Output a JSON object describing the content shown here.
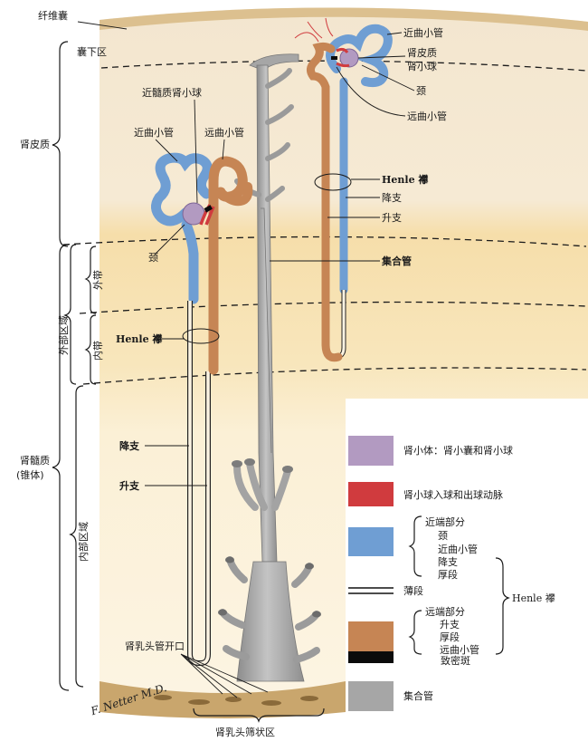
{
  "labels": {
    "capsule": "纤维囊",
    "subcapsular": "囊下区",
    "cortex": "肾皮质",
    "outer_zone": "外部区域",
    "outer_stripe": "外带",
    "inner_stripe": "内带",
    "medulla_line1": "肾髓质",
    "medulla_line2": "(锥体)",
    "inner_zone": "内部区域",
    "juxtamedullary_glomerulus": "近髓质肾小球",
    "left_proximal": "近曲小管",
    "left_distal": "远曲小管",
    "left_neck": "颈",
    "left_henle": "Henle 襻",
    "left_descending": "降支",
    "left_ascending": "升支",
    "papillary_opening": "肾乳头管开口",
    "cribrosa": "肾乳头筛状区",
    "right_proximal": "近曲小管",
    "cortical_glomerulus_line1": "肾皮质",
    "cortical_glomerulus_line2": "肾小球",
    "right_neck": "颈",
    "right_distal": "远曲小管",
    "right_henle": "Henle 襻",
    "right_descending": "降支",
    "right_ascending": "升支",
    "collecting_duct": "集合管"
  },
  "legend": {
    "items": [
      {
        "color": "#b29ac1",
        "text": "肾小体：肾小囊和肾小球"
      },
      {
        "color": "#d03b3e",
        "text": "肾小球入球和出球动脉"
      },
      {
        "color": "#6f9ed3",
        "text": "近端部分"
      },
      {
        "color": "#c68554",
        "text": "远端部分"
      },
      {
        "color": "#0b0b0b",
        "text": "致密斑"
      },
      {
        "color": "#a6a6a6",
        "text": "集合管"
      }
    ],
    "proximal_parts": [
      "颈",
      "近曲小管",
      "降支",
      "厚段"
    ],
    "thin_segment": "薄段",
    "distal_parts": [
      "升支",
      "厚段",
      "远曲小管"
    ],
    "henle_brace": "Henle 襻"
  },
  "signature": "F. Netter M.D.",
  "colors": {
    "cortex": "#f6ebd7",
    "medulla": "#f7e2b4",
    "inner_medulla": "#fbf1d9",
    "capsule": "#dcc08f",
    "papilla": "#c9a66d",
    "proximal": "#6f9ed3",
    "distal": "#c68554",
    "collecting": "#a6a6a6",
    "corpuscle": "#b29ac1",
    "arteriole": "#d03b3e"
  }
}
